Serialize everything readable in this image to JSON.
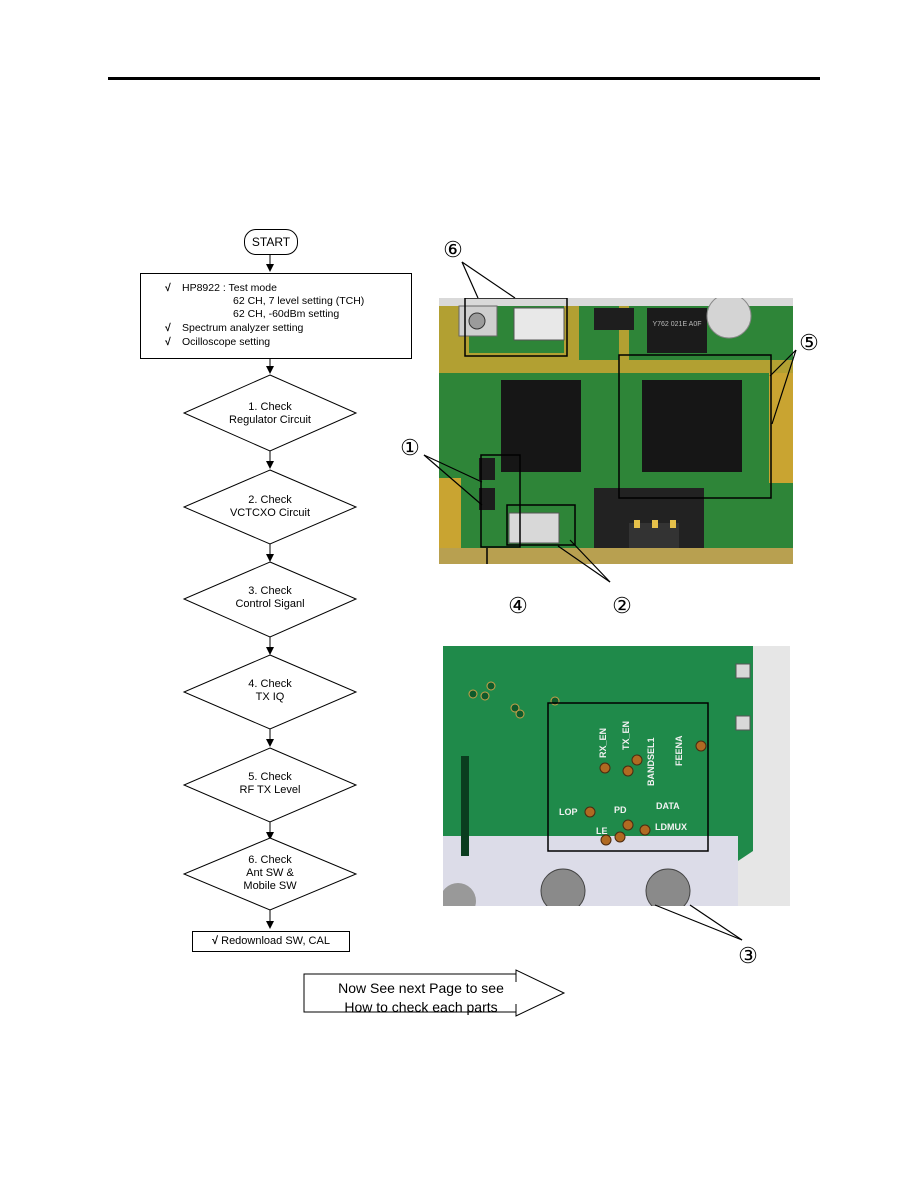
{
  "flow": {
    "start": "START",
    "setup": {
      "bullet": "√",
      "line1": "HP8922 : Test mode",
      "line2": "62 CH, 7 level setting (TCH)",
      "line3": "62 CH, -60dBm setting",
      "line4": "Spectrum analyzer setting",
      "line5": "Ocilloscope setting"
    },
    "steps": [
      {
        "title": "1. Check",
        "sub": "Regulator Circuit"
      },
      {
        "title": "2. Check",
        "sub": "VCTCXO Circuit"
      },
      {
        "title": "3. Check",
        "sub": "Control Siganl"
      },
      {
        "title": "4. Check",
        "sub": "TX IQ"
      },
      {
        "title": "5. Check",
        "sub": "RF TX Level"
      },
      {
        "title": "6. Check",
        "sub": "Ant SW &",
        "sub2": "Mobile SW"
      }
    ],
    "final": "Redownload SW, CAL"
  },
  "callouts": {
    "n1": "①",
    "n2": "②",
    "n3": "③",
    "n4": "④",
    "n5": "⑤",
    "n6": "⑥"
  },
  "pcb_labels": {
    "rx_en": "RX_EN",
    "tx_en": "TX_EN",
    "bandsel": "BANDSEL1",
    "feena": "FEENA",
    "lop": "LOP",
    "pd": "PD",
    "data": "DATA",
    "le": "LE",
    "ldmux": "LDMUX",
    "chip_mark": "Y762 021E A0F"
  },
  "next_page": {
    "line1": "Now See next Page to see",
    "line2": "How to check each parts"
  },
  "colors": {
    "pcb_green": "#2f8a3c",
    "gold": "#d8b13a",
    "chip": "#161616"
  }
}
